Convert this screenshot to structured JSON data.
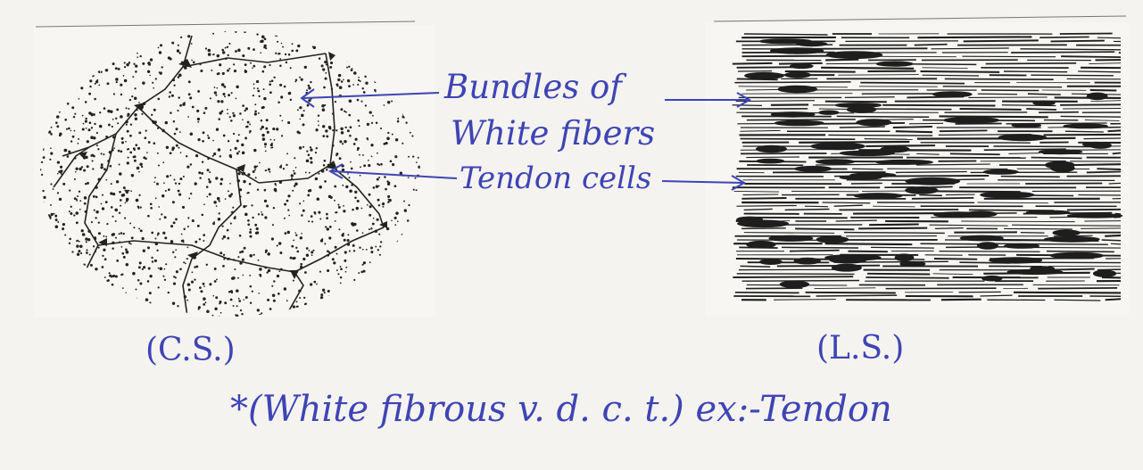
{
  "labels": {
    "bundles_line1": "Bundles of",
    "bundles_line2": "White fibers",
    "tendon_cells": "Tendon cells",
    "cross_section": "(C.S.)",
    "longitudinal_section": "(L.S.)",
    "caption": "*(White fibrous v. d. c. t.) ex:-Tendon"
  },
  "colors": {
    "ink": "#3f44b4",
    "pencil": "#222222",
    "paper": "#f4f3f0"
  }
}
